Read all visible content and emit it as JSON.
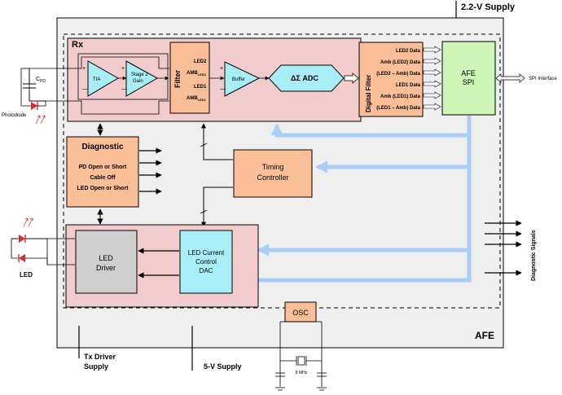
{
  "supply_top": "2.2-V Supply",
  "afe_label": "AFE",
  "rx_label": "Rx",
  "tia": {
    "label": "TIA",
    "plus": "+",
    "minus": "—"
  },
  "stage2": {
    "label1": "Stage 2",
    "label2": "Gain",
    "plus": "+",
    "minus": "—"
  },
  "filter": {
    "label": "Filter",
    "outputs": [
      "LED2",
      "AMB",
      "LED1",
      "AMB"
    ],
    "subscripts": [
      "LED2",
      "LED1"
    ]
  },
  "buffer": {
    "label": "Buffer",
    "plus": "+",
    "minus": "—"
  },
  "adc": {
    "label": "ΔΣ ADC"
  },
  "digital_filter": {
    "label": "Digital Filter",
    "outputs": [
      "LED2 Data",
      "Amb (LED2) Data",
      "(LED2 – Amb) Data",
      "LED1 Data",
      "Amb (LED1) Data",
      "(LED1 – Amb) Data"
    ]
  },
  "afe_spi": {
    "label1": "AFE",
    "label2": "SPI"
  },
  "spi_interface": "SPI Interface",
  "cpd": {
    "main": "C",
    "sub": "PD"
  },
  "photodiode": "Photodiode",
  "diagnostic": {
    "title": "Diagnostic",
    "lines": [
      "PD Open or Short",
      "Cable Off",
      "LED Open or Short"
    ]
  },
  "timing": {
    "label1": "Timing",
    "label2": "Controller"
  },
  "led_driver": {
    "label1": "LED",
    "label2": "Driver"
  },
  "led_dac": {
    "label1": "LED Current",
    "label2": "Control",
    "label3": "DAC"
  },
  "led_label": "LED",
  "diagnostic_signals": "Diagnostic Signals",
  "osc": "OSC",
  "crystal": "8 MHz",
  "tx_supply": {
    "line1": "Tx Driver",
    "line2": "Supply"
  },
  "supply_5v": "5-V Supply",
  "colors": {
    "afe_bg": "#efefef",
    "rx_bg": "#f2cccc",
    "block": "#fbbf98",
    "amp": "#a7eef6",
    "spi": "#ccf5b6",
    "driver": "#cfcfcf",
    "bus": "#a9cdf7",
    "led": "#d92b2b"
  }
}
